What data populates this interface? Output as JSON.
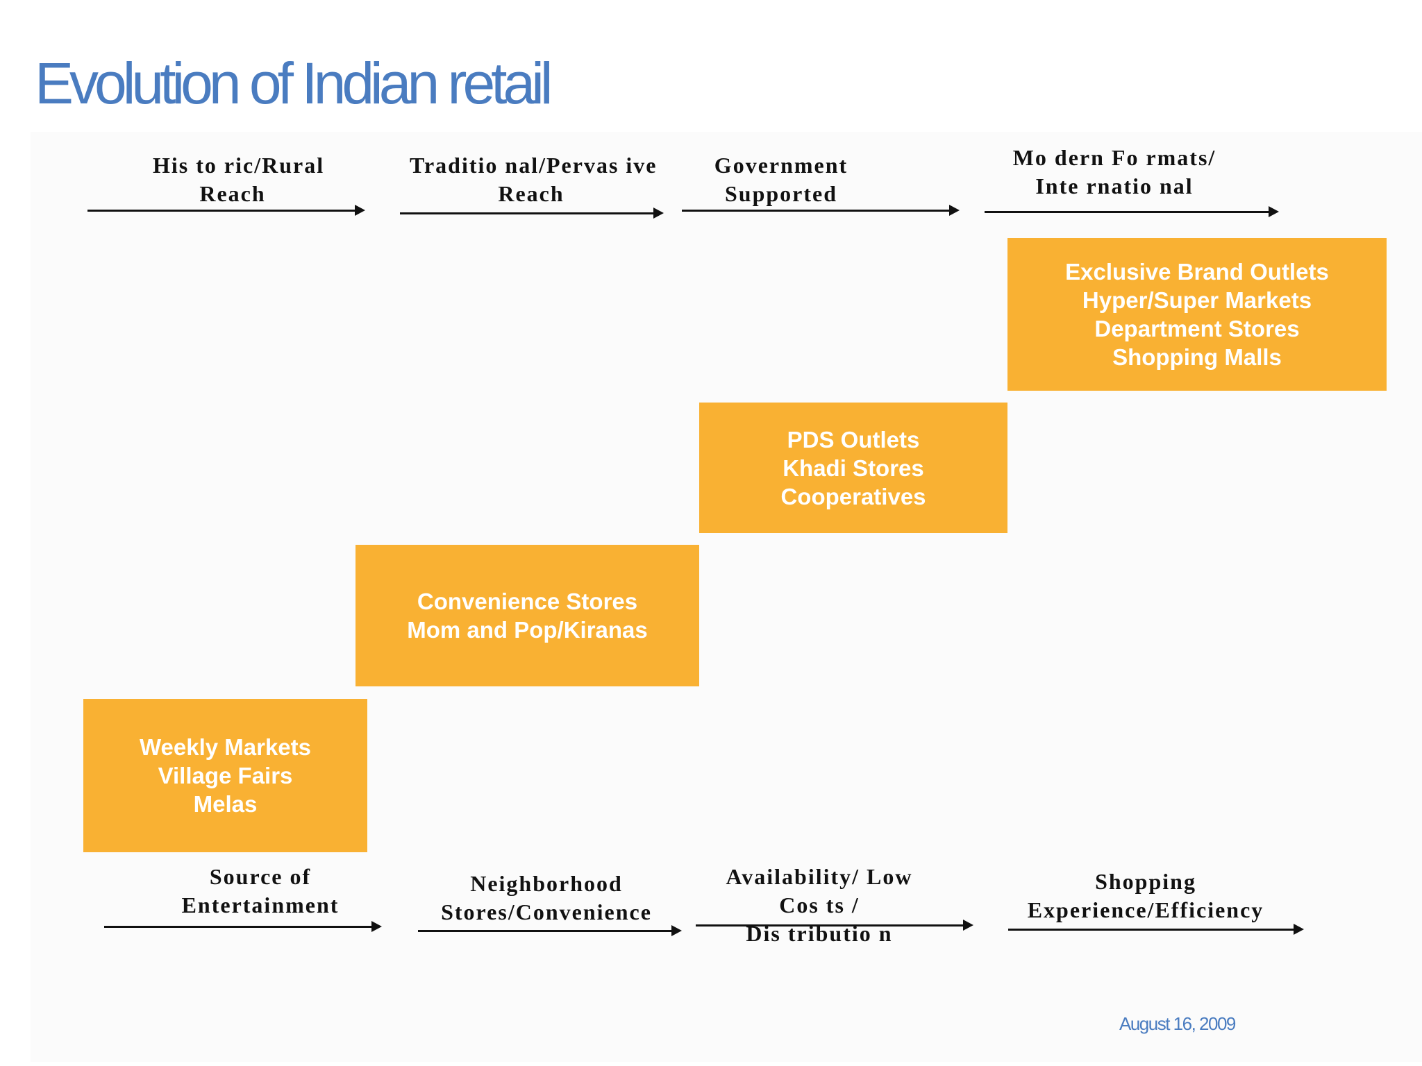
{
  "title": "Evolution of Indian retail",
  "top_labels": [
    [
      "His to ric/Rural",
      "Reach"
    ],
    [
      "Traditio nal/Pervas ive",
      "Reach"
    ],
    [
      "Government",
      "Supported"
    ],
    [
      "Mo dern Fo rmats/",
      "Inte rnatio nal"
    ]
  ],
  "bottom_labels": [
    [
      "Source of",
      "Entertainment"
    ],
    [
      "Neighborhood",
      "Stores/Convenience"
    ],
    [
      "Availability/ Low",
      "Cos ts /",
      "Dis tributio n"
    ],
    [
      "Shopping",
      "Experience/Efficiency"
    ]
  ],
  "boxes": [
    [
      "Weekly Markets",
      "Village Fairs",
      "Melas"
    ],
    [
      "Convenience Stores",
      "Mom and Pop/Kiranas"
    ],
    [
      "PDS Outlets",
      "Khadi Stores",
      "Cooperatives"
    ],
    [
      "Exclusive Brand Outlets",
      "Hyper/Super Markets",
      "Department Stores",
      "Shopping Malls"
    ]
  ],
  "colors": {
    "title": "#4a7cc0",
    "box": "#f9b133",
    "box_text": "#ffffff",
    "date": "#4a7cc0"
  },
  "date": "August 16, 2009"
}
